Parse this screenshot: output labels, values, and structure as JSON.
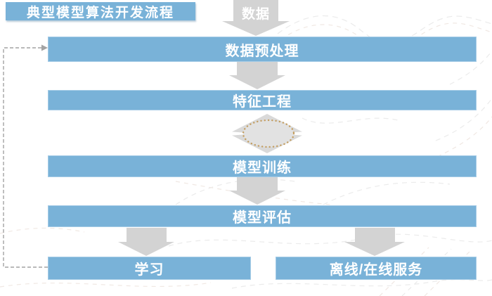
{
  "title": "典型模型算法开发流程",
  "flow": {
    "source_label": "数据",
    "stages": [
      {
        "label": "数据预处理"
      },
      {
        "label": "特征工程"
      },
      {
        "label": "模型训练"
      },
      {
        "label": "模型评估"
      }
    ],
    "terminals": [
      {
        "label": "学习"
      },
      {
        "label": "离线/在线服务"
      }
    ]
  },
  "icons": {
    "down_arrow": "down-arrow",
    "iteration_loop": "dotted-ellipse-in-diamond",
    "feedback_loop": "dashed-feedback-arrow"
  },
  "colors": {
    "bar_blue": "#79B2D8",
    "bar_border": "#A5CBE6",
    "arrow_gray": "#D3D3D3",
    "diamond_gray": "#D9D9D9",
    "ellipse_fill": "#E2E2E2",
    "dot_tan": "#C49F63",
    "dash_line": "#A3A3A3",
    "deco_gray": "#EBEBEB",
    "deco_warm": "#F0E8E3"
  }
}
